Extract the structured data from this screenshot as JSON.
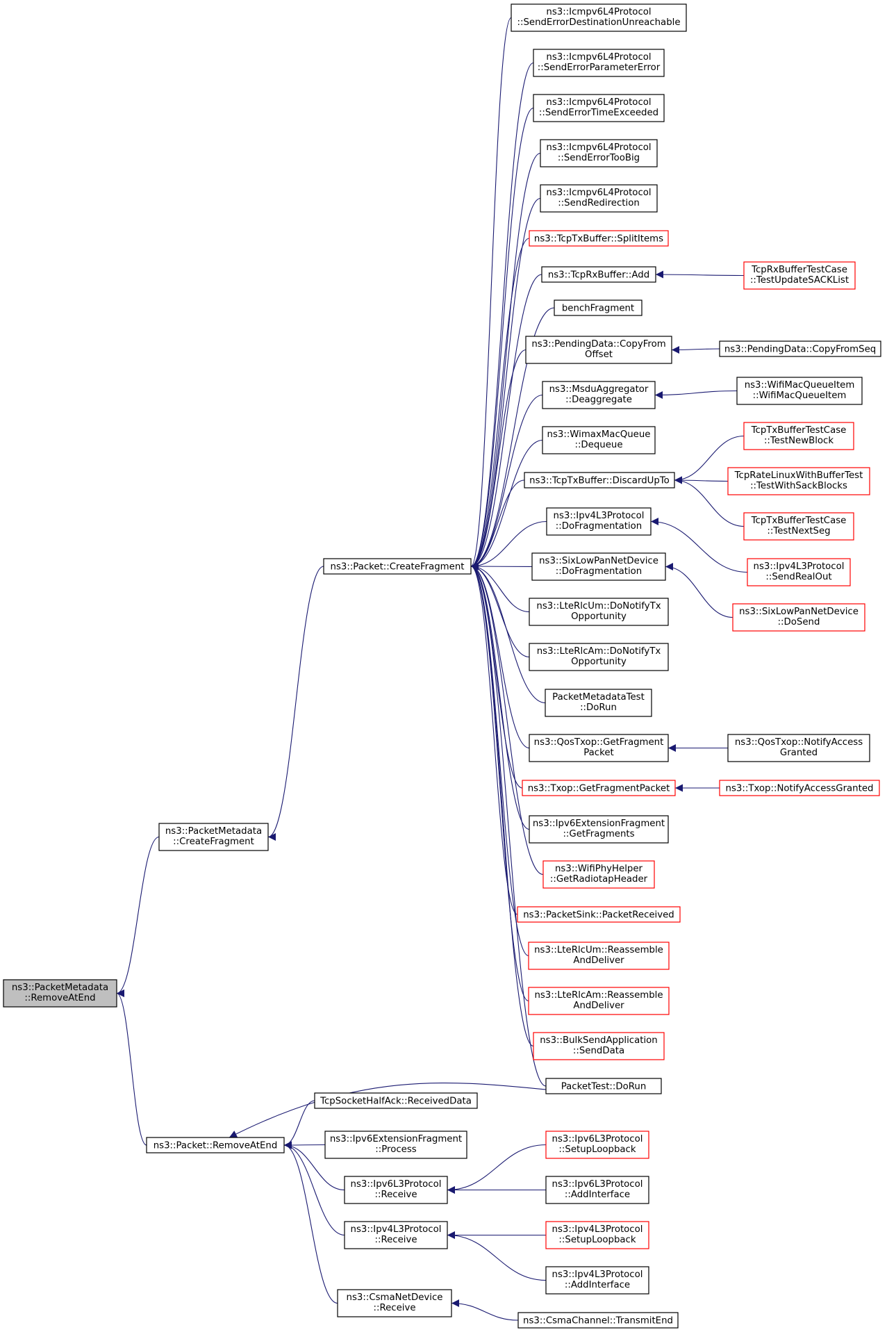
{
  "colors": {
    "edge": "#191970",
    "border_black": "#000000",
    "border_red": "#ff0000",
    "focus_fill": "#bfbfbf",
    "fill": "#ffffff"
  },
  "nodes": [
    {
      "id": "root",
      "lines": [
        "ns3::PacketMetadata",
        "::RemoveAtEnd"
      ],
      "style": "focus"
    },
    {
      "id": "pm_cf",
      "lines": [
        "ns3::PacketMetadata",
        "::CreateFragment"
      ],
      "style": "black"
    },
    {
      "id": "p_rae",
      "lines": [
        "ns3::Packet::RemoveAtEnd"
      ],
      "style": "black"
    },
    {
      "id": "p_cf",
      "lines": [
        "ns3::Packet::CreateFragment"
      ],
      "style": "black"
    },
    {
      "id": "c1",
      "lines": [
        "ns3::Icmpv6L4Protocol",
        "::SendErrorDestinationUnreachable"
      ],
      "style": "black"
    },
    {
      "id": "c2",
      "lines": [
        "ns3::Icmpv6L4Protocol",
        "::SendErrorParameterError"
      ],
      "style": "black"
    },
    {
      "id": "c3",
      "lines": [
        "ns3::Icmpv6L4Protocol",
        "::SendErrorTimeExceeded"
      ],
      "style": "black"
    },
    {
      "id": "c4",
      "lines": [
        "ns3::Icmpv6L4Protocol",
        "::SendErrorTooBig"
      ],
      "style": "black"
    },
    {
      "id": "c5",
      "lines": [
        "ns3::Icmpv6L4Protocol",
        "::SendRedirection"
      ],
      "style": "black"
    },
    {
      "id": "c6",
      "lines": [
        "ns3::TcpTxBuffer::SplitItems"
      ],
      "style": "red"
    },
    {
      "id": "c7",
      "lines": [
        "ns3::TcpRxBuffer::Add"
      ],
      "style": "black"
    },
    {
      "id": "c8",
      "lines": [
        "benchFragment"
      ],
      "style": "black"
    },
    {
      "id": "c9",
      "lines": [
        "ns3::PendingData::CopyFrom",
        "Offset"
      ],
      "style": "black"
    },
    {
      "id": "c10",
      "lines": [
        "ns3::MsduAggregator",
        "::Deaggregate"
      ],
      "style": "black"
    },
    {
      "id": "c11",
      "lines": [
        "ns3::WimaxMacQueue",
        "::Dequeue"
      ],
      "style": "black"
    },
    {
      "id": "c12",
      "lines": [
        "ns3::TcpTxBuffer::DiscardUpTo"
      ],
      "style": "black"
    },
    {
      "id": "c13",
      "lines": [
        "ns3::Ipv4L3Protocol",
        "::DoFragmentation"
      ],
      "style": "black"
    },
    {
      "id": "c14",
      "lines": [
        "ns3::SixLowPanNetDevice",
        "::DoFragmentation"
      ],
      "style": "black"
    },
    {
      "id": "c15",
      "lines": [
        "ns3::LteRlcUm::DoNotifyTx",
        "Opportunity"
      ],
      "style": "black"
    },
    {
      "id": "c16",
      "lines": [
        "ns3::LteRlcAm::DoNotifyTx",
        "Opportunity"
      ],
      "style": "black"
    },
    {
      "id": "c17",
      "lines": [
        "PacketMetadataTest",
        "::DoRun"
      ],
      "style": "black"
    },
    {
      "id": "c18",
      "lines": [
        "ns3::QosTxop::GetFragment",
        "Packet"
      ],
      "style": "black"
    },
    {
      "id": "c19",
      "lines": [
        "ns3::Txop::GetFragmentPacket"
      ],
      "style": "red"
    },
    {
      "id": "c20",
      "lines": [
        "ns3::Ipv6ExtensionFragment",
        "::GetFragments"
      ],
      "style": "black"
    },
    {
      "id": "c21",
      "lines": [
        "ns3::WifiPhyHelper",
        "::GetRadiotapHeader"
      ],
      "style": "red"
    },
    {
      "id": "c22",
      "lines": [
        "ns3::PacketSink::PacketReceived"
      ],
      "style": "red"
    },
    {
      "id": "c23",
      "lines": [
        "ns3::LteRlcUm::Reassemble",
        "AndDeliver"
      ],
      "style": "red"
    },
    {
      "id": "c24",
      "lines": [
        "ns3::LteRlcAm::Reassemble",
        "AndDeliver"
      ],
      "style": "red"
    },
    {
      "id": "c25",
      "lines": [
        "ns3::BulkSendApplication",
        "::SendData"
      ],
      "style": "red"
    },
    {
      "id": "c26",
      "lines": [
        "PacketTest::DoRun"
      ],
      "style": "black"
    },
    {
      "id": "r1",
      "lines": [
        "TcpSocketHalfAck::ReceivedData"
      ],
      "style": "black"
    },
    {
      "id": "r2",
      "lines": [
        "ns3::Ipv6ExtensionFragment",
        "::Process"
      ],
      "style": "black"
    },
    {
      "id": "r3",
      "lines": [
        "ns3::Ipv6L3Protocol",
        "::Receive"
      ],
      "style": "black"
    },
    {
      "id": "r4",
      "lines": [
        "ns3::Ipv4L3Protocol",
        "::Receive"
      ],
      "style": "black"
    },
    {
      "id": "r5",
      "lines": [
        "ns3::CsmaNetDevice",
        "::Receive"
      ],
      "style": "black"
    },
    {
      "id": "d1",
      "lines": [
        "TcpRxBufferTestCase",
        "::TestUpdateSACKList"
      ],
      "style": "red"
    },
    {
      "id": "d2",
      "lines": [
        "ns3::PendingData::CopyFromSeq"
      ],
      "style": "black"
    },
    {
      "id": "d3",
      "lines": [
        "ns3::WifiMacQueueItem",
        "::WifiMacQueueItem"
      ],
      "style": "black"
    },
    {
      "id": "d4",
      "lines": [
        "TcpTxBufferTestCase",
        "::TestNewBlock"
      ],
      "style": "red"
    },
    {
      "id": "d5",
      "lines": [
        "TcpRateLinuxWithBufferTest",
        "::TestWithSackBlocks"
      ],
      "style": "red"
    },
    {
      "id": "d6",
      "lines": [
        "TcpTxBufferTestCase",
        "::TestNextSeg"
      ],
      "style": "red"
    },
    {
      "id": "d7",
      "lines": [
        "ns3::Ipv4L3Protocol",
        "::SendRealOut"
      ],
      "style": "red"
    },
    {
      "id": "d8",
      "lines": [
        "ns3::SixLowPanNetDevice",
        "::DoSend"
      ],
      "style": "red"
    },
    {
      "id": "d9",
      "lines": [
        "ns3::QosTxop::NotifyAccess",
        "Granted"
      ],
      "style": "black"
    },
    {
      "id": "d10",
      "lines": [
        "ns3::Txop::NotifyAccessGranted"
      ],
      "style": "red"
    },
    {
      "id": "e1",
      "lines": [
        "ns3::Ipv6L3Protocol",
        "::SetupLoopback"
      ],
      "style": "red"
    },
    {
      "id": "e2",
      "lines": [
        "ns3::Ipv6L3Protocol",
        "::AddInterface"
      ],
      "style": "black"
    },
    {
      "id": "e3",
      "lines": [
        "ns3::Ipv4L3Protocol",
        "::SetupLoopback"
      ],
      "style": "red"
    },
    {
      "id": "e4",
      "lines": [
        "ns3::Ipv4L3Protocol",
        "::AddInterface"
      ],
      "style": "black"
    },
    {
      "id": "e5",
      "lines": [
        "ns3::CsmaChannel::TransmitEnd"
      ],
      "style": "black"
    }
  ],
  "edges": [
    {
      "from": "pm_cf",
      "to": "root"
    },
    {
      "from": "p_rae",
      "to": "root"
    },
    {
      "from": "p_cf",
      "to": "pm_cf"
    },
    {
      "from": "c1",
      "to": "p_cf"
    },
    {
      "from": "c2",
      "to": "p_cf"
    },
    {
      "from": "c3",
      "to": "p_cf"
    },
    {
      "from": "c4",
      "to": "p_cf"
    },
    {
      "from": "c5",
      "to": "p_cf"
    },
    {
      "from": "c6",
      "to": "p_cf"
    },
    {
      "from": "c7",
      "to": "p_cf"
    },
    {
      "from": "c8",
      "to": "p_cf"
    },
    {
      "from": "c9",
      "to": "p_cf"
    },
    {
      "from": "c10",
      "to": "p_cf"
    },
    {
      "from": "c11",
      "to": "p_cf"
    },
    {
      "from": "c12",
      "to": "p_cf"
    },
    {
      "from": "c13",
      "to": "p_cf"
    },
    {
      "from": "c14",
      "to": "p_cf"
    },
    {
      "from": "c15",
      "to": "p_cf"
    },
    {
      "from": "c16",
      "to": "p_cf"
    },
    {
      "from": "c17",
      "to": "p_cf"
    },
    {
      "from": "c18",
      "to": "p_cf"
    },
    {
      "from": "c19",
      "to": "p_cf"
    },
    {
      "from": "c20",
      "to": "p_cf"
    },
    {
      "from": "c21",
      "to": "p_cf"
    },
    {
      "from": "c22",
      "to": "p_cf"
    },
    {
      "from": "c23",
      "to": "p_cf"
    },
    {
      "from": "c24",
      "to": "p_cf"
    },
    {
      "from": "c25",
      "to": "p_cf"
    },
    {
      "from": "c26",
      "to": "p_cf"
    },
    {
      "from": "d1",
      "to": "c7"
    },
    {
      "from": "d2",
      "to": "c9"
    },
    {
      "from": "d3",
      "to": "c10"
    },
    {
      "from": "d4",
      "to": "c12"
    },
    {
      "from": "d5",
      "to": "c12"
    },
    {
      "from": "d6",
      "to": "c12"
    },
    {
      "from": "d7",
      "to": "c13"
    },
    {
      "from": "d8",
      "to": "c14"
    },
    {
      "from": "d9",
      "to": "c18"
    },
    {
      "from": "d10",
      "to": "c19"
    },
    {
      "from": "c26",
      "to": "p_rae"
    },
    {
      "from": "r1",
      "to": "p_rae"
    },
    {
      "from": "r2",
      "to": "p_rae"
    },
    {
      "from": "r3",
      "to": "p_rae"
    },
    {
      "from": "r4",
      "to": "p_rae"
    },
    {
      "from": "r5",
      "to": "p_rae"
    },
    {
      "from": "e1",
      "to": "r3"
    },
    {
      "from": "e2",
      "to": "r3"
    },
    {
      "from": "e3",
      "to": "r4"
    },
    {
      "from": "e4",
      "to": "r4"
    },
    {
      "from": "e5",
      "to": "r5"
    }
  ]
}
